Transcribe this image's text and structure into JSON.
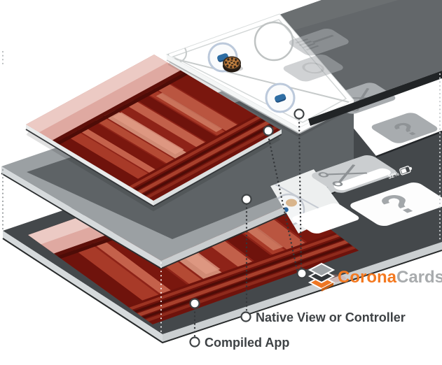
{
  "annotations": {
    "compiled_app_label": "Compiled App",
    "native_view_label": "Native View or Controller"
  },
  "logo": {
    "word1": "Corona",
    "word2": "Cards",
    "word1_color": "#F47920",
    "word2_color": "#A8ABAD",
    "icon": "layer-stack-icon",
    "icon_colors": [
      "#9EA3A6",
      "#34383B",
      "#EE7623"
    ]
  },
  "device": {
    "battery_status": "32%"
  },
  "native_tiles": {
    "question_mark_glyph": "?",
    "icons": [
      "fork-icon",
      "ring-icon",
      "scissors-icon",
      "question-mark-icon"
    ]
  },
  "cards": {
    "question_mark_glyph": "?",
    "icons": [
      "scissors-icon",
      "question-mark-icon",
      "battery-icon"
    ]
  },
  "airhockey": {
    "mallet_color": "#2B66A0",
    "puck_color": "#B9773A",
    "elements": [
      "mallet-icon",
      "mallet-icon",
      "puck-icon"
    ]
  },
  "scene_colors": {
    "slab_dark_face": "#63676A",
    "slab_mid_face": "#9BA0A3",
    "slab_mid_screen": "#5E6366",
    "slab_bottom_face": "#44484B",
    "petra_red": "#8E2318",
    "petra_sky": "#DFA9A1",
    "edge_silver": "#D6DADC"
  }
}
